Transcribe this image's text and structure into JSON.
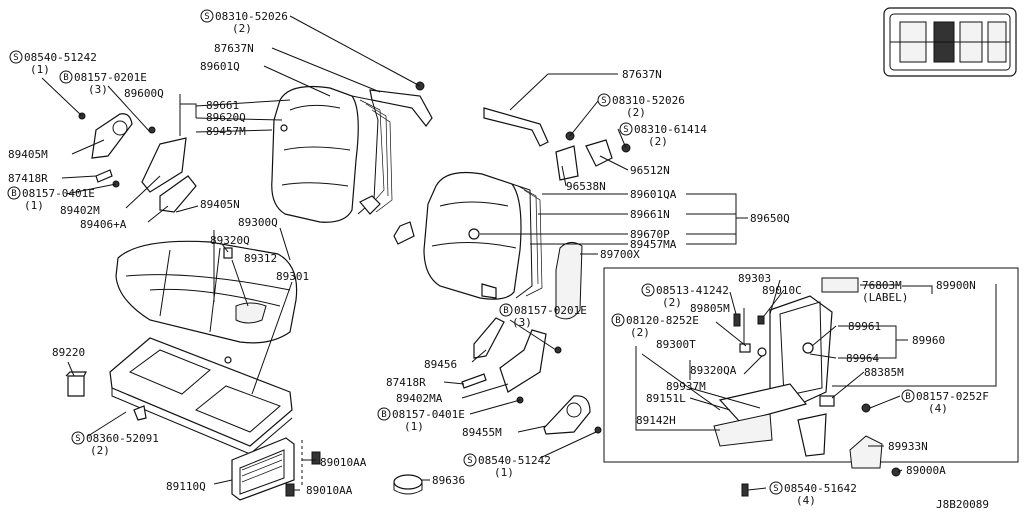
{
  "parts": {
    "p_s_08310_52026_top": "08310-52026",
    "p_s_08310_52026_top_q": "(2)",
    "p_s_08540_51242_top": "08540-51242",
    "p_s_08540_51242_top_q": "(1)",
    "p_b_08157_0201e_top": "08157-0201E",
    "p_b_08157_0201e_top_q": "(3)",
    "p_87637n_l": "87637N",
    "p_89601q": "89601Q",
    "p_89600q": "89600Q",
    "p_89661": "89661",
    "p_89620q": "89620Q",
    "p_89457m": "89457M",
    "p_89405m": "89405M",
    "p_87418r_top": "87418R",
    "p_b_08157_0401e_top": "08157-0401E",
    "p_b_08157_0401e_top_q": "(1)",
    "p_89402m": "89402M",
    "p_89406a": "89406+A",
    "p_89405n": "89405N",
    "p_89300q": "89300Q",
    "p_89320q": "89320Q",
    "p_89312": "89312",
    "p_89301": "89301",
    "p_89220": "89220",
    "p_s_08360_52091": "08360-52091",
    "p_s_08360_52091_q": "(2)",
    "p_89010aa_1": "89010AA",
    "p_89110q": "89110Q",
    "p_89010aa_2": "89010AA",
    "p_89636": "89636",
    "p_87637n_r": "87637N",
    "p_s_08310_52026_r": "08310-52026",
    "p_s_08310_52026_r_q": "(2)",
    "p_s_08310_61414": "08310-61414",
    "p_s_08310_61414_q": "(2)",
    "p_96512n": "96512N",
    "p_96538n": "96538N",
    "p_89601qa": "89601QA",
    "p_89661n": "89661N",
    "p_89670p": "89670P",
    "p_89457ma": "89457MA",
    "p_89650q": "89650Q",
    "p_89700x": "89700X",
    "p_b_08157_0201e_mid": "08157-0201E",
    "p_b_08157_0201e_mid_q": "(3)",
    "p_89456": "89456",
    "p_87418r_mid": "87418R",
    "p_89402ma": "89402MA",
    "p_b_08157_0401e_mid": "08157-0401E",
    "p_b_08157_0401e_mid_q": "(1)",
    "p_89455m": "89455M",
    "p_s_08540_51242_bot": "08540-51242",
    "p_s_08540_51242_bot_q": "(1)",
    "p_89303": "89303",
    "p_76803m": "76803M",
    "p_label": "(LABEL)",
    "p_89900n": "89900N",
    "p_s_08513_41242": "08513-41242",
    "p_s_08513_41242_q": "(2)",
    "p_89010c": "89010C",
    "p_89805m": "89805M",
    "p_b_08120_8252e": "08120-8252E",
    "p_b_08120_8252e_q": "(2)",
    "p_89961": "89961",
    "p_89960": "89960",
    "p_89300t": "89300T",
    "p_89320qa": "89320QA",
    "p_89964": "89964",
    "p_89937m": "89937M",
    "p_88385m": "88385M",
    "p_89151l": "89151L",
    "p_b_08157_0252f": "08157-0252F",
    "p_b_08157_0252f_q": "(4)",
    "p_89142h": "89142H",
    "p_89933n": "89933N",
    "p_89000a": "89000A",
    "p_s_08540_51642": "08540-51642",
    "p_s_08540_51642_q": "(4)"
  },
  "badges": {
    "s": "S",
    "b": "B"
  },
  "diagram_code": "J8B20089"
}
